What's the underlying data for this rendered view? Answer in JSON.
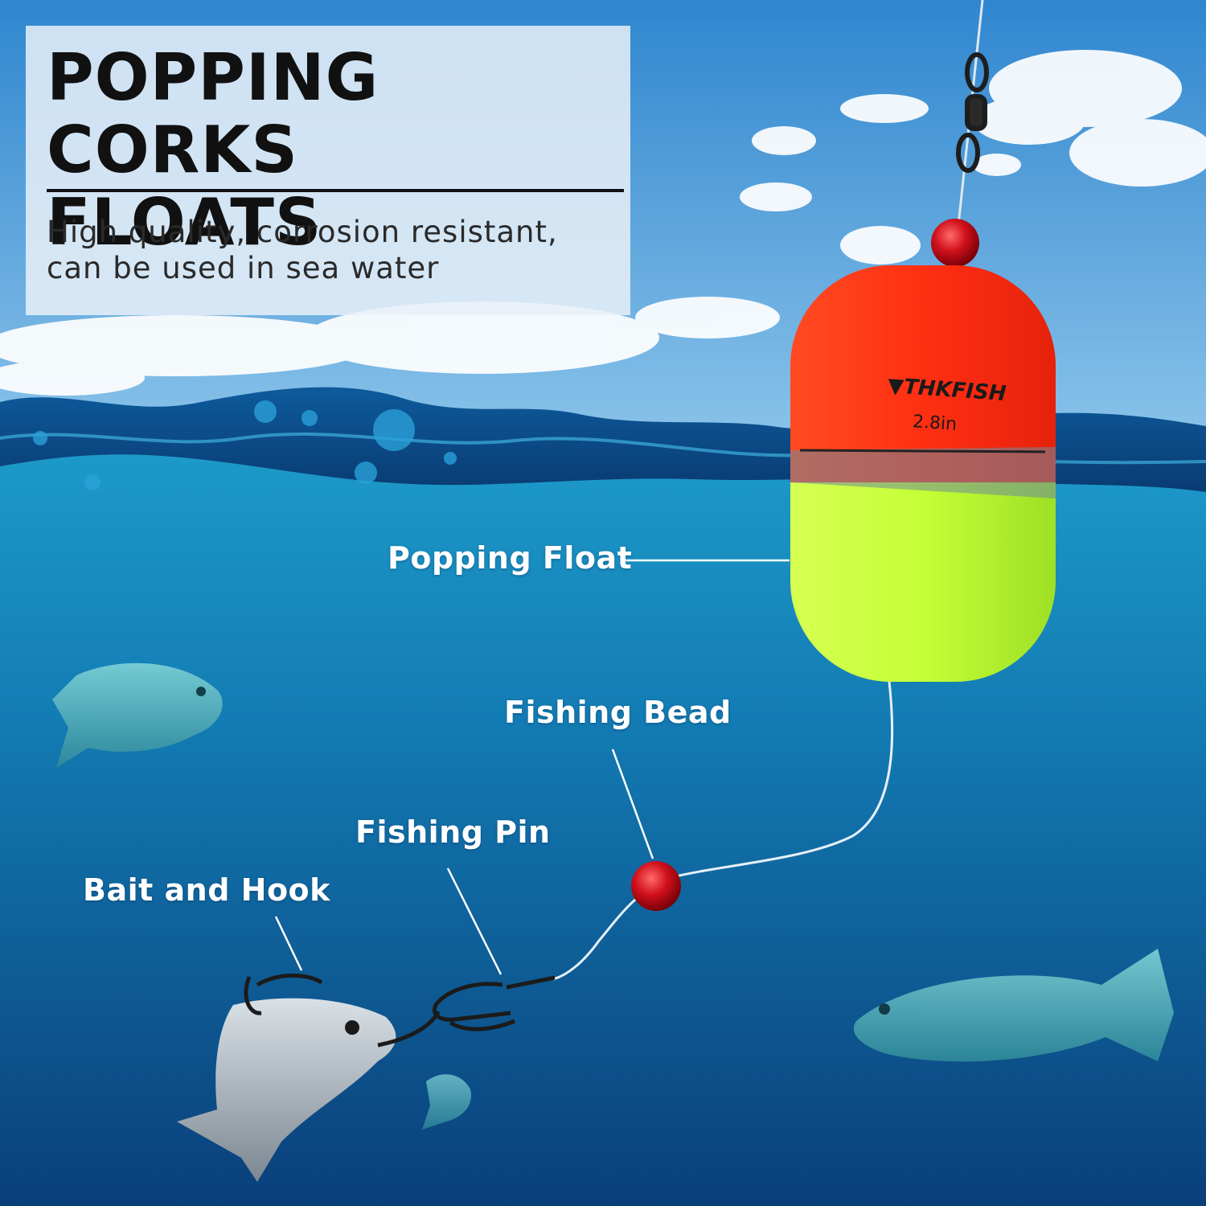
{
  "header": {
    "title_line1": "POPPING CORKS",
    "title_line2": "FLOATS",
    "subtitle_line1": "High quality, corrosion resistant,",
    "subtitle_line2": "can be used in sea water"
  },
  "float": {
    "brand": "THKFISH",
    "size_mark": "2.8in"
  },
  "callouts": {
    "popping_float": "Popping Float",
    "fishing_bead": "Fishing Bead",
    "fishing_pin": "Fishing Pin",
    "bait_and_hook": "Bait and Hook"
  },
  "colors": {
    "sky_top": "#2f86cf",
    "sky_bottom": "#8cc4ea",
    "water_surface": "#0b4a84",
    "water_deep": "#0a3f7a",
    "float_top": "#ff3a1a",
    "float_bottom": "#c8ff3c",
    "bead": "#d1111c"
  }
}
